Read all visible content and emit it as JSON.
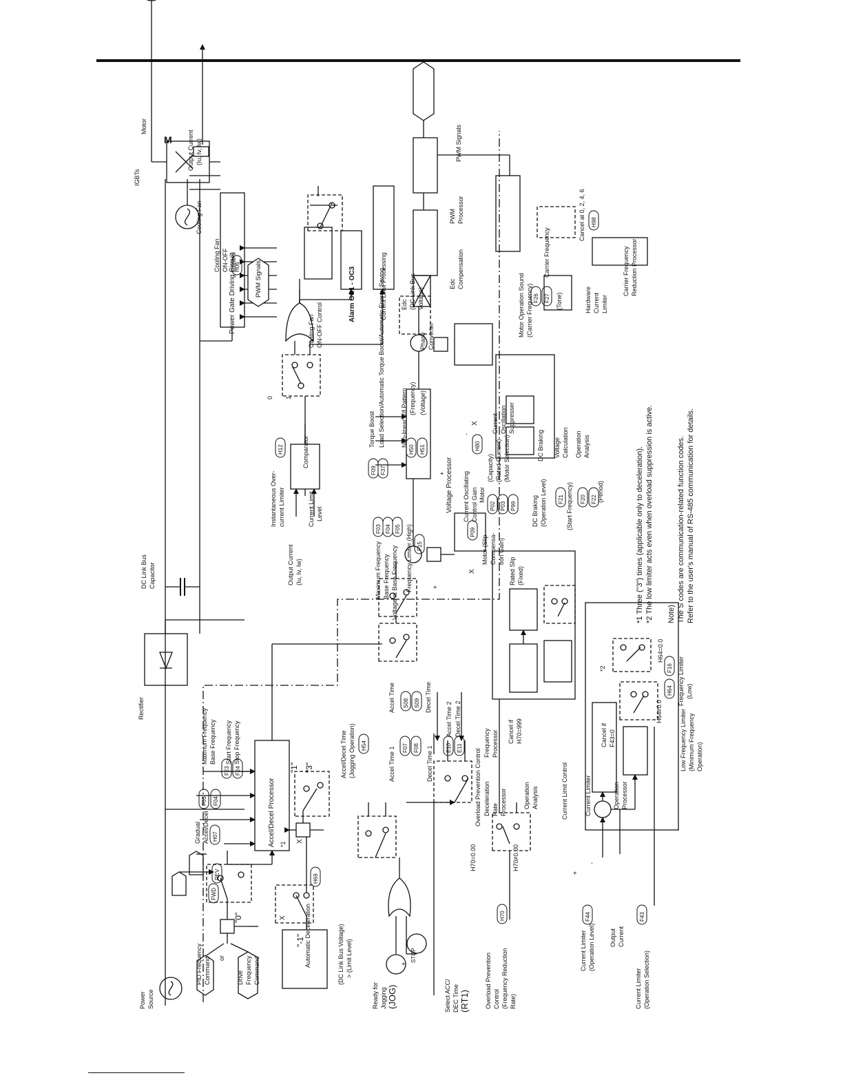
{
  "blocks": {
    "rectifier": "Rectifier",
    "dc_link_capacitor": [
      "DC Link Bus",
      "Capacitor"
    ],
    "igbts": "IGBTs",
    "cooling_fan": "Cooling Fan",
    "motor": "Motor",
    "motor_symbol": "M",
    "output_current": [
      "Output Current",
      "(Iu, Iv, Iw)"
    ],
    "power_gate_driving_circuit": "Power Gate Driving Circuit",
    "pwm_signals": "PWM Signals",
    "comparator": "Comparator",
    "inst_overcurrent": [
      "Instantaneous Over-",
      "current Limiter"
    ],
    "output_current_input": [
      "Output Current",
      "(Iu, Iv, Iw)"
    ],
    "current_limit_level": [
      "Current Limit",
      "Level"
    ],
    "cooling_fan_control": [
      "Cooling Fan",
      "ON-OFF Control"
    ],
    "cooling_fan_onoff": [
      "Cooling Fan",
      "ON-OFF",
      "Control"
    ],
    "alarm": "Alarm OC1 - OC3",
    "current_limit_processing": "Current Limit Processing",
    "power_source": [
      "Power",
      "Source"
    ],
    "pid_command": [
      "PID Frequency",
      "Command"
    ],
    "drive_command": [
      "Drive",
      "Frequency",
      "Command"
    ],
    "or": "or",
    "automatic_deceleration": "Automatic Deceleration",
    "dc_link_limit": [
      "(DC Link Bus Voltage)",
      "> (Limit Level)"
    ],
    "accel_decel_processor": "Accel/Decel Processor",
    "gradual_accel": [
      "Gradual",
      "Accel/Decel"
    ],
    "max_frequency": "Maxmum Frequency",
    "base_frequency": "Base Frequency",
    "start_frequency": "Start Frequency",
    "stop_frequency": "Stop Frequency",
    "accel_decel_jog": [
      "Accel/Decel Time",
      "(Jogging Operation)"
    ],
    "accel_time": "Accel Time",
    "decel_time": "Decel Time",
    "accel_time_1": "Accel Time 1",
    "decel_time_1": "Decel Time 1",
    "accel_time_2": "Accel Time 2",
    "decel_time_2": "Decel Time 2",
    "ready_jog": [
      "Ready for",
      "Jogging"
    ],
    "jog": "(JOG)",
    "stop": "STOP",
    "select_acc": [
      "Select ACC/",
      "DEC Time"
    ],
    "rt1": "(RT1)",
    "overload_prevention": [
      "Overload Prevention",
      "Control",
      "(Frequency Reduction",
      "Rate)"
    ],
    "overload_prevention_control": "Overload Prevention Control",
    "decel_rate_processor": [
      "Deceleration",
      "Rate",
      "Processor"
    ],
    "frequency_processor": [
      "Frequency",
      "Processor"
    ],
    "cancel_h70": [
      "Cancel if",
      "H70=999"
    ],
    "operation_analysis": [
      "Operation",
      "Analysis"
    ],
    "h70_zero": "H70=0.00",
    "h70_nonzero": "H70≠0.00",
    "current_limit_control": "Current Limit Control",
    "current_limiter": "Current Limiter",
    "operation_processor": [
      "Operation",
      "Processor"
    ],
    "cancel_f43": [
      "Cancel if",
      "F43=0"
    ],
    "current_limiter_level": [
      "Current Limiter",
      "(Operation Level)"
    ],
    "output_current_small": [
      "Output",
      "Current"
    ],
    "current_limiter_sel": [
      "Current Limiter",
      "(Operation Selection)"
    ],
    "low_freq_limiter": [
      "Low Frequency Limiter",
      "(Minimum Frequency",
      "Operation)"
    ],
    "h64_nonzero": "H64≠0.0",
    "h64_zero": "H64=0.0",
    "freq_limiter_low": [
      "Frequency Limiter",
      "(Low)"
    ],
    "freq_limiter_high": "Frequency Limiter (High)",
    "max_freq_2": "Maximum Frequency",
    "base_freq_2": "Base Frequency",
    "voltage_at_base": "Voltage at Base Frequency",
    "motor_slip": [
      "Motor (Slip",
      "Compensa-",
      "tion Gain)"
    ],
    "rated_slip": [
      "Rated Slip",
      "(Fixed)"
    ],
    "voltage_processor": "Voltage Processor",
    "current_osc_gain": [
      "Current Oscillating",
      "Control Gain"
    ],
    "motor_label": "Motor",
    "capacity": "(Capacity)",
    "rated_current": "(Rated Current)",
    "motor_selection": "(Motor Selection)",
    "torque_boost": "Torque Boost",
    "load_selection": "Load Selection/Automatic Torque Boost/Automatic Energy Saving",
    "nonlinear_vf": "Non-linear V/f Pattern",
    "frequency": "(Frequency)",
    "voltage": "(Voltage)",
    "current_osc_suppresser": [
      "Current",
      "Oscillation",
      "Suppresser"
    ],
    "dc_braking": "DC Braking",
    "dc_braking_level": [
      "DC Braking",
      "(Operation Level)"
    ],
    "start_frequency_2": "(Start Frequency)",
    "period": "(Period)",
    "voltage_calculation": [
      "Voltage",
      "Calculation"
    ],
    "phase_converter": [
      "Phase",
      "Converter"
    ],
    "edc_label": [
      "Edc",
      "(DC Link Bus",
      "Voltage)"
    ],
    "edc_compensation": [
      "Edc",
      "Compensation"
    ],
    "pwm_processor": [
      "PWM",
      "Processor"
    ],
    "pwm_signals_out": "PWM Signals",
    "motor_op_sound": [
      "Motor Operation Sound",
      "(Carrier Frequency)"
    ],
    "tone": "(Tone)",
    "carrier_frequency": "Carrier Frequency",
    "hardware_current_limiter": [
      "Hardware",
      "Current",
      "Limiter"
    ],
    "cancel_at": "Cancel at 0, 2, 4, 6",
    "carrier_reduction": [
      "Carrier Frequency",
      "Reduction Processor"
    ],
    "mult": "X",
    "sw_0": "\"0\"",
    "sw_minus1": "\"-1\"",
    "sw_1": "\"1\"",
    "sw_3": "\"3\"",
    "star1": "*1",
    "star2": "*2",
    "sw_zero": "0",
    "sw_one": "1",
    "plus": "+",
    "minus": "-"
  },
  "codes": {
    "fwd": "FWD",
    "rev": "REV",
    "h07": "H07",
    "f03": "F03",
    "f04": "F04",
    "f23": "F23",
    "f24": "F24",
    "h54": "H54",
    "s08": "S08",
    "s09": "S09",
    "f07": "F07",
    "f08": "F08",
    "e10": "E10",
    "e11": "E11",
    "h69": "H69",
    "h70": "H70",
    "f44": "F44",
    "f43": "F43",
    "h64": "H64",
    "f16": "F16",
    "f15": "F15",
    "f05": "F05",
    "p09": "P09",
    "f09": "F09",
    "f37": "F37",
    "h50": "H50",
    "h51": "H51",
    "h80": "H80",
    "p02": "P02",
    "p03": "P03",
    "p99": "P99",
    "f21": "F21",
    "f20": "F20",
    "f22": "F22",
    "f26": "F26",
    "f27": "F27",
    "h98": "H98",
    "h12": "H12",
    "h06": "H06"
  },
  "notes": {
    "n1": "*1 Three (\"3\") times (applicable only to deceleration).",
    "n2": "*2 The low limiter acts even when overload suppression is active.",
    "note_title": "Note)",
    "note_s": "The S codes are communication-related function codes.",
    "note_rs": "Refer to the user's manual of RS-485 communication for details."
  }
}
